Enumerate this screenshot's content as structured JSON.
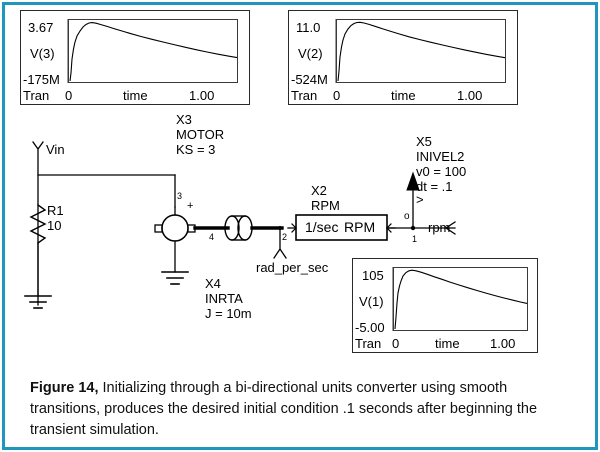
{
  "figure": {
    "frame_color": "#1f96bd",
    "caption_bold": "Figure 14,",
    "caption_text": " Initializing through a bi-directional units converter using smooth transitions, produces the desired initial condition .1 seconds after beginning the transient simulation."
  },
  "plots": [
    {
      "id": "plot1",
      "y_max_label": "3.67",
      "y_min_label": "-175M",
      "y_axis_label": "V(3)",
      "analysis_label": "Tran",
      "x_min_label": "0",
      "x_axis_label": "time",
      "x_max_label": "1.00"
    },
    {
      "id": "plot2",
      "y_max_label": "11.0",
      "y_min_label": "-524M",
      "y_axis_label": "V(2)",
      "analysis_label": "Tran",
      "x_min_label": "0",
      "x_axis_label": "time",
      "x_max_label": "1.00"
    },
    {
      "id": "plot3",
      "y_max_label": "105",
      "y_min_label": "-5.00",
      "y_axis_label": "V(1)",
      "analysis_label": "Tran",
      "x_min_label": "0",
      "x_axis_label": "time",
      "x_max_label": "1.00"
    }
  ],
  "chart_data": {
    "type": "line",
    "title": "",
    "xlabel": "time",
    "panels": [
      {
        "name": "V(3)",
        "ylabel": "V(3)",
        "ylim": [
          -0.175,
          3.67
        ],
        "xlim": [
          0,
          1.0
        ],
        "x": [
          0,
          0.01,
          0.02,
          0.03,
          0.05,
          0.08,
          0.12,
          0.18,
          0.25,
          0.35,
          0.45,
          0.55,
          0.65,
          0.75,
          0.85,
          1.0
        ],
        "y": [
          -0.175,
          1.6,
          2.7,
          3.2,
          3.6,
          3.67,
          3.55,
          3.3,
          3.05,
          2.72,
          2.45,
          2.24,
          2.06,
          1.9,
          1.78,
          1.62
        ]
      },
      {
        "name": "V(2)",
        "ylabel": "V(2)",
        "ylim": [
          -0.524,
          11.0
        ],
        "xlim": [
          0,
          1.0
        ],
        "x": [
          0,
          0.01,
          0.02,
          0.03,
          0.05,
          0.08,
          0.12,
          0.18,
          0.25,
          0.35,
          0.45,
          0.55,
          0.65,
          0.75,
          0.85,
          1.0
        ],
        "y": [
          -0.524,
          4.8,
          8.1,
          9.6,
          10.8,
          11.0,
          10.65,
          9.9,
          9.15,
          8.16,
          7.35,
          6.72,
          6.18,
          5.7,
          5.34,
          4.86
        ]
      },
      {
        "name": "V(1)",
        "ylabel": "V(1)",
        "ylim": [
          -5.0,
          105
        ],
        "xlim": [
          0,
          1.0
        ],
        "x": [
          0,
          0.01,
          0.02,
          0.03,
          0.05,
          0.08,
          0.12,
          0.18,
          0.25,
          0.35,
          0.45,
          0.55,
          0.65,
          0.75,
          0.85,
          1.0
        ],
        "y": [
          -5.0,
          46,
          77,
          92,
          103,
          105,
          101,
          94,
          87,
          78,
          70,
          64,
          59,
          54,
          51,
          46
        ]
      }
    ],
    "legend": "none",
    "grid": false
  },
  "schematic": {
    "nodes": {
      "vin_label": "Vin",
      "node3": "3",
      "node4": "4",
      "node2": "2",
      "node1": "1",
      "plus_sign": "+",
      "circle_marker": "o",
      "rad_per_sec": "rad_per_sec",
      "rpm_port": "rpm"
    },
    "components": [
      {
        "ref": "R1",
        "value": "10"
      },
      {
        "ref": "X3",
        "model": "MOTOR",
        "param": "KS = 3"
      },
      {
        "ref": "X4",
        "model": "INRTA",
        "param": "J = 10m"
      },
      {
        "ref": "X2",
        "model": "RPM",
        "box_left": "1/sec",
        "box_right": "RPM"
      },
      {
        "ref": "X5",
        "model": "INIVEL2",
        "param1": "v0 = 100",
        "param2": "dt = .1"
      }
    ]
  }
}
